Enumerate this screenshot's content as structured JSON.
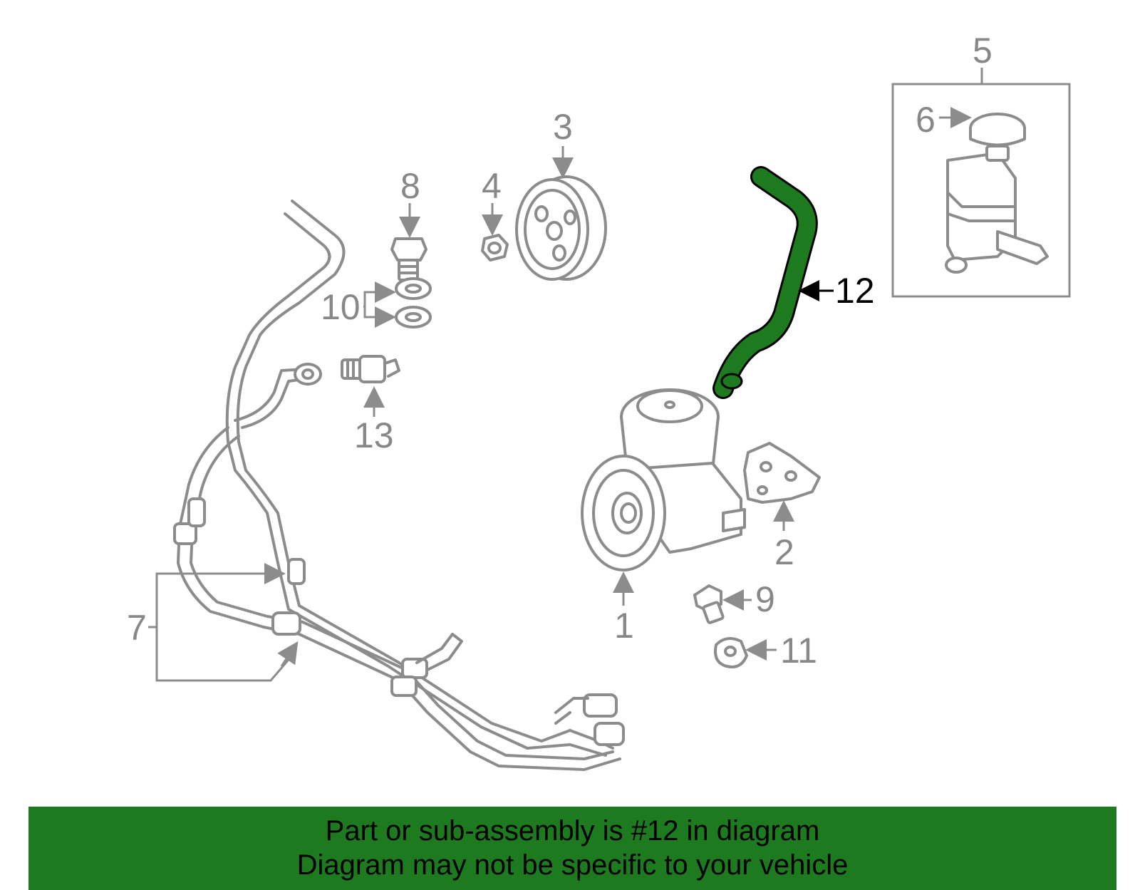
{
  "callouts": {
    "c1": "1",
    "c2": "2",
    "c3": "3",
    "c4": "4",
    "c5": "5",
    "c6": "6",
    "c7": "7",
    "c8": "8",
    "c9": "9",
    "c10": "10",
    "c11": "11",
    "c12": "12",
    "c13": "13"
  },
  "highlight_color": "#1e7a1e",
  "banner": {
    "line1": "Part or sub-assembly is #12 in diagram",
    "line2": "Diagram may not be specific to your vehicle"
  }
}
